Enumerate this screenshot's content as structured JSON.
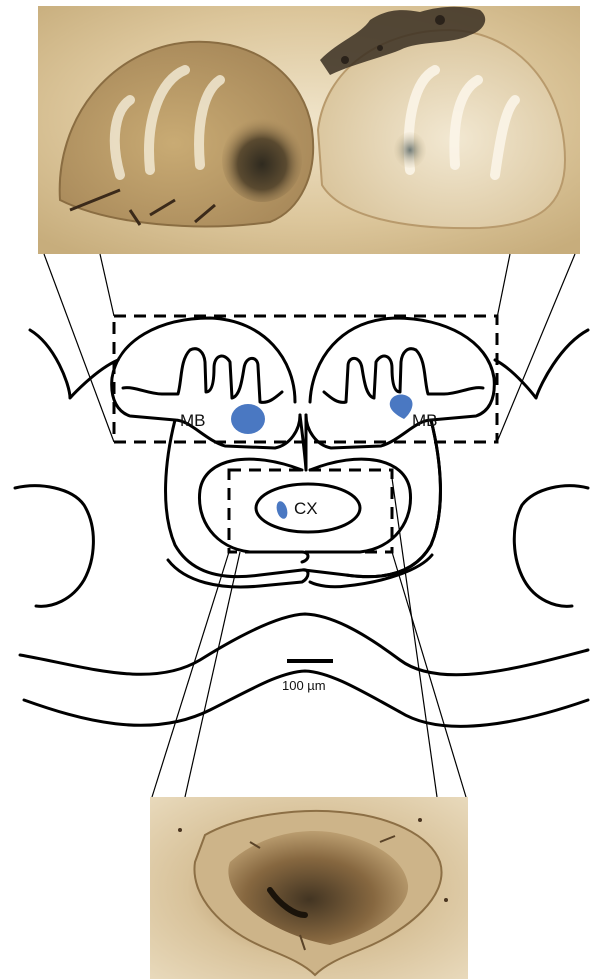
{
  "labels": {
    "mb_left": "MB",
    "mb_right": "MB",
    "cx": "CX",
    "scale": "100 µm"
  },
  "colors": {
    "stain_blue": "#4a78c2",
    "outline": "#000000",
    "tissue_light": "#e9dcc0",
    "tissue_dark": "#6b4f2a"
  }
}
